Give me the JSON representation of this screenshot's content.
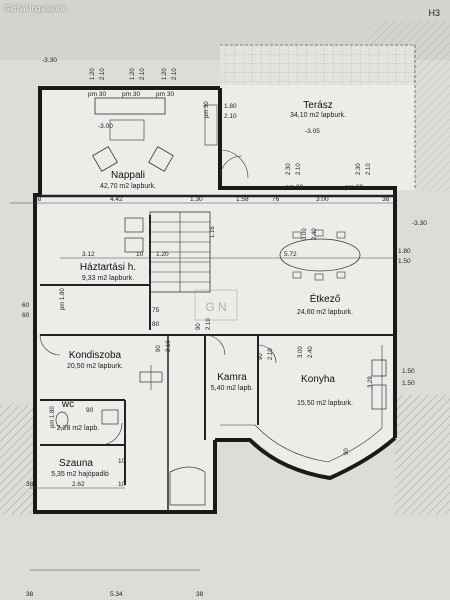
{
  "watermark": "Global Ingatlanok",
  "sheet_code": "H3",
  "logo_text": "G N",
  "rooms": {
    "nappali": {
      "name": "Nappali",
      "area": "42,70 m2 lapburk."
    },
    "terasz": {
      "name": "Terász",
      "area": "34,10 m2 lapburk."
    },
    "haztartasi": {
      "name": "Háztartási h.",
      "area": "9,33 m2 lapburk."
    },
    "etkezo": {
      "name": "Étkező",
      "area": "24,60 m2 lapburk."
    },
    "kondiszoba": {
      "name": "Kondiszoba",
      "area": "20,50 m2 lapburk."
    },
    "kamra": {
      "name": "Kamra",
      "area": "5,40 m2 lapb."
    },
    "konyha": {
      "name": "Konyha",
      "area": "15,50 m2 lapburk."
    },
    "wc": {
      "name": "wc",
      "area": "2,28 m2 lapb."
    },
    "szauna": {
      "name": "Szauna",
      "area": "5,35 m2 hajópadló"
    }
  },
  "levels": {
    "top_left": "-3.30",
    "right": "-3.30",
    "nappali_floor": "-3.00",
    "terasz_floor": "-3.05"
  },
  "dims": {
    "top_window_a": "1.20",
    "top_window_b": "2.10",
    "top_window_c": "1.20",
    "top_window_d": "2.10",
    "top_window_e": "1.20",
    "top_window_f": "2.10",
    "pm30_a": "pm 30",
    "pm30_b": "pm 30",
    "pm30_c": "pm 30",
    "pm30_terasz_a": "pm 30",
    "pm30_terasz_b": "pm 30",
    "pm30_side": "pm 30",
    "door_a": "1.80",
    "door_b": "2.10",
    "ter_a": "2.30",
    "ter_b": "2.10",
    "ter_c": "2.30",
    "ter_d": "2.10",
    "row1": [
      "38",
      "4.42",
      "1.30",
      "1.58",
      "76",
      "3.00",
      "38"
    ],
    "mid_a": "3.12",
    "mid_b": "10",
    "mid_c": "1.20",
    "mid_d": "5.72",
    "mid_right": "1.80",
    "mid_right2": "1.50",
    "stair_a": "1.16",
    "et_a": "3.00",
    "et_b": "2.40",
    "left_60a": "60",
    "left_60b": "60",
    "pm180": "pm 1.80",
    "c75": "75",
    "c80": "80",
    "c90a": "90",
    "c210a": "2.10",
    "c90b": "90",
    "c210b": "2.10",
    "c90c": "90",
    "c210c": "2.10",
    "ko_a": "3.00",
    "ko_b": "2.40",
    "ko_c": "3.28",
    "ko_d": "90",
    "ko_r1": "1.50",
    "ko_r2": "1.50",
    "wc_90": "90",
    "wc_pm": "pm 1.80",
    "sz_10": "10",
    "sz_38a": "38",
    "sz_262": "2.62",
    "sz_10b": "10",
    "bottom_38a": "38",
    "bottom_534": "5.34",
    "bottom_38b": "38"
  }
}
